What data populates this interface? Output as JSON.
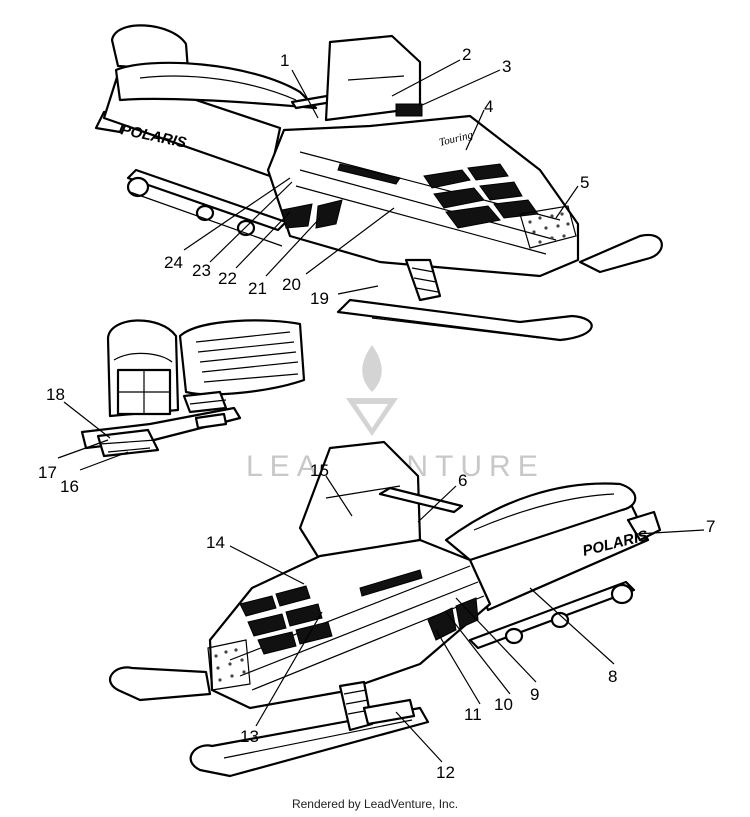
{
  "callouts": [
    {
      "id": "1",
      "label": "1"
    },
    {
      "id": "2",
      "label": "2"
    },
    {
      "id": "3",
      "label": "3"
    },
    {
      "id": "4",
      "label": "4"
    },
    {
      "id": "5",
      "label": "5"
    },
    {
      "id": "6",
      "label": "6"
    },
    {
      "id": "7",
      "label": "7"
    },
    {
      "id": "8",
      "label": "8"
    },
    {
      "id": "9",
      "label": "9"
    },
    {
      "id": "10",
      "label": "10"
    },
    {
      "id": "11",
      "label": "11"
    },
    {
      "id": "12",
      "label": "12"
    },
    {
      "id": "13",
      "label": "13"
    },
    {
      "id": "14",
      "label": "14"
    },
    {
      "id": "15",
      "label": "15"
    },
    {
      "id": "16",
      "label": "16"
    },
    {
      "id": "17",
      "label": "17"
    },
    {
      "id": "18",
      "label": "18"
    },
    {
      "id": "19",
      "label": "19"
    },
    {
      "id": "20",
      "label": "20"
    },
    {
      "id": "21",
      "label": "21"
    },
    {
      "id": "22",
      "label": "22"
    },
    {
      "id": "23",
      "label": "23"
    },
    {
      "id": "24",
      "label": "24"
    }
  ],
  "brand_decal_top": "POLARIS",
  "brand_decal_bottom": "POLARIS",
  "watermark": "LEADVENTURE",
  "footer": "Rendered by LeadVenture, Inc."
}
